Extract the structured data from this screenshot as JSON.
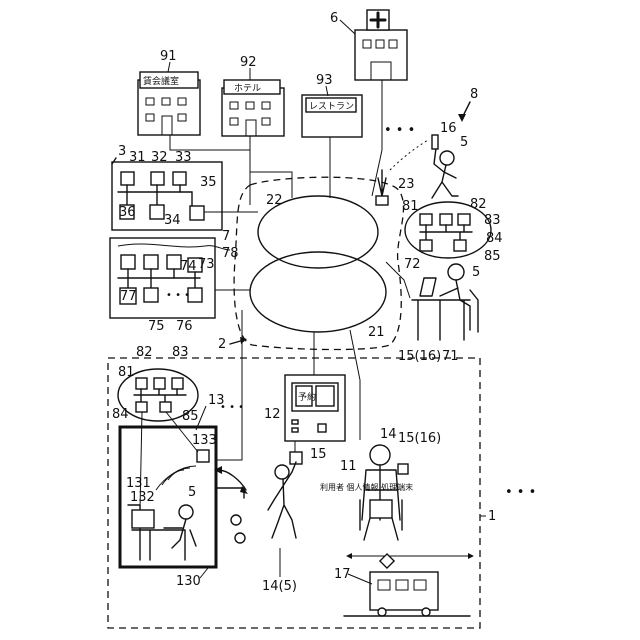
{
  "labels": {
    "n1": "1",
    "n2": "2",
    "n3": "3",
    "n5a": "5",
    "n5b": "5",
    "n5c": "5",
    "n6": "6",
    "n7": "7",
    "n8": "8",
    "n11": "11",
    "n12": "12",
    "n13": "13",
    "n14": "14",
    "n14_5": "14(5)",
    "n15a": "15",
    "n15_16a": "15(16)",
    "n15_16b": "15(16)",
    "n16": "16",
    "n17": "17",
    "n21": "21",
    "n22": "22",
    "n23": "23",
    "n31": "31",
    "n32": "32",
    "n33": "33",
    "n34": "34",
    "n35": "35",
    "n36": "36",
    "n71": "71",
    "n72": "72",
    "n73": "73",
    "n74": "74",
    "n75": "75",
    "n76": "76",
    "n77": "77",
    "n78": "78",
    "n81a": "81",
    "n82a": "82",
    "n83a": "83",
    "n84a": "84",
    "n85a": "85",
    "n81b": "81",
    "n82b": "82",
    "n83b": "83",
    "n84b": "84",
    "n85b": "85",
    "n91": "91",
    "n92": "92",
    "n93": "93",
    "n130": "130",
    "n131": "131",
    "n132": "132",
    "n133": "133"
  },
  "signs": {
    "building91": "賃会議室",
    "building92": "ホテル",
    "building93": "レストラン",
    "kiosk": "予約",
    "terminal": "利用者 個人情報 処理端末"
  },
  "ellipsis": {
    "top": "• • •",
    "right": "• • •",
    "middle": "• • •",
    "box7": "• • •"
  }
}
